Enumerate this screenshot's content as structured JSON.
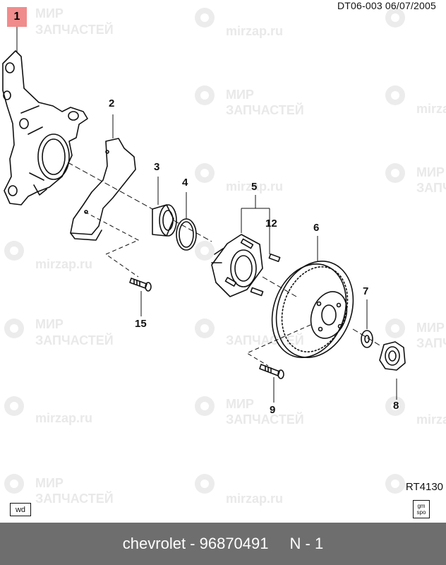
{
  "header": {
    "code": "DT06-003  06/07/2005"
  },
  "badge": "1",
  "callouts": [
    "2",
    "3",
    "4",
    "5",
    "12",
    "6",
    "7",
    "15",
    "9",
    "8"
  ],
  "ref_code": "RT4130",
  "wd_label": "wd",
  "gm_logo": "gm spo",
  "watermark": {
    "line1": "МИР",
    "line2": "ЗАПЧАСТЕЙ",
    "site": "mirzap.ru"
  },
  "footer": {
    "part": "chevrolet - 96870491",
    "qty": "N - 1"
  },
  "colors": {
    "footer_bg": "#6e6e6e",
    "badge_bg": "#f08c8c",
    "line": "#111111"
  }
}
